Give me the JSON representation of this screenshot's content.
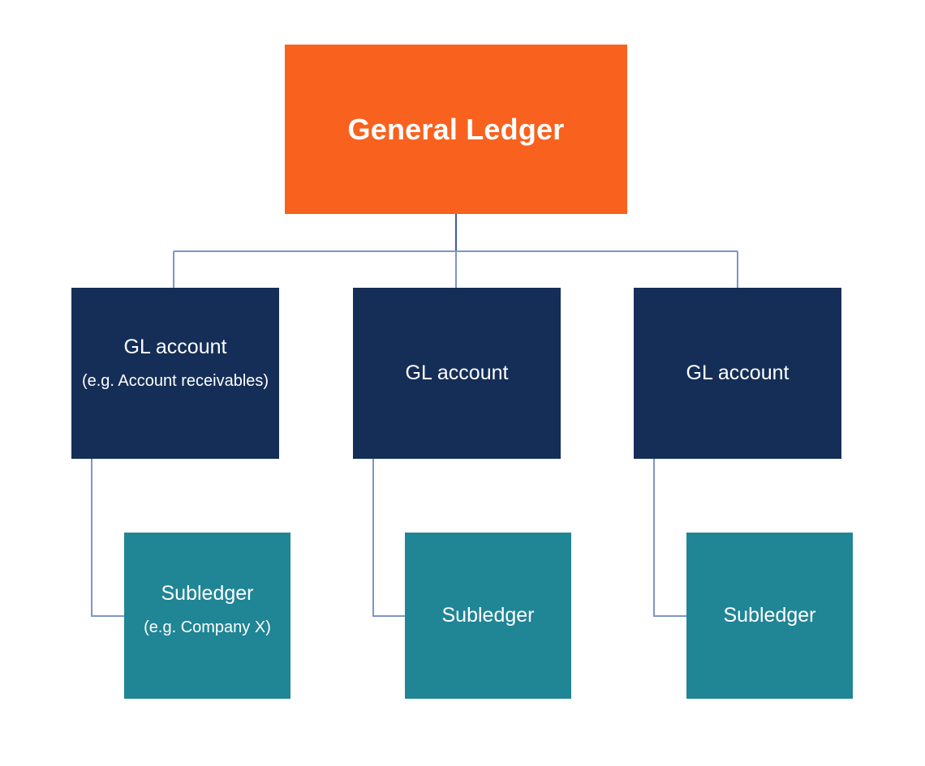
{
  "colors": {
    "root_fill": "#F8621E",
    "gl_fill": "#152E57",
    "subledger_fill": "#208595",
    "connector": "#7E95C7",
    "connector_main": "#3D5BA9",
    "text": "#FFFFFF"
  },
  "root": {
    "label": "General Ledger"
  },
  "gl_accounts": [
    {
      "label": "GL account",
      "sub": "(e.g. Account receivables)"
    },
    {
      "label": "GL account",
      "sub": ""
    },
    {
      "label": "GL account",
      "sub": ""
    }
  ],
  "subledgers": [
    {
      "label": "Subledger",
      "sub": "(e.g. Company X)"
    },
    {
      "label": "Subledger",
      "sub": ""
    },
    {
      "label": "Subledger",
      "sub": ""
    }
  ]
}
